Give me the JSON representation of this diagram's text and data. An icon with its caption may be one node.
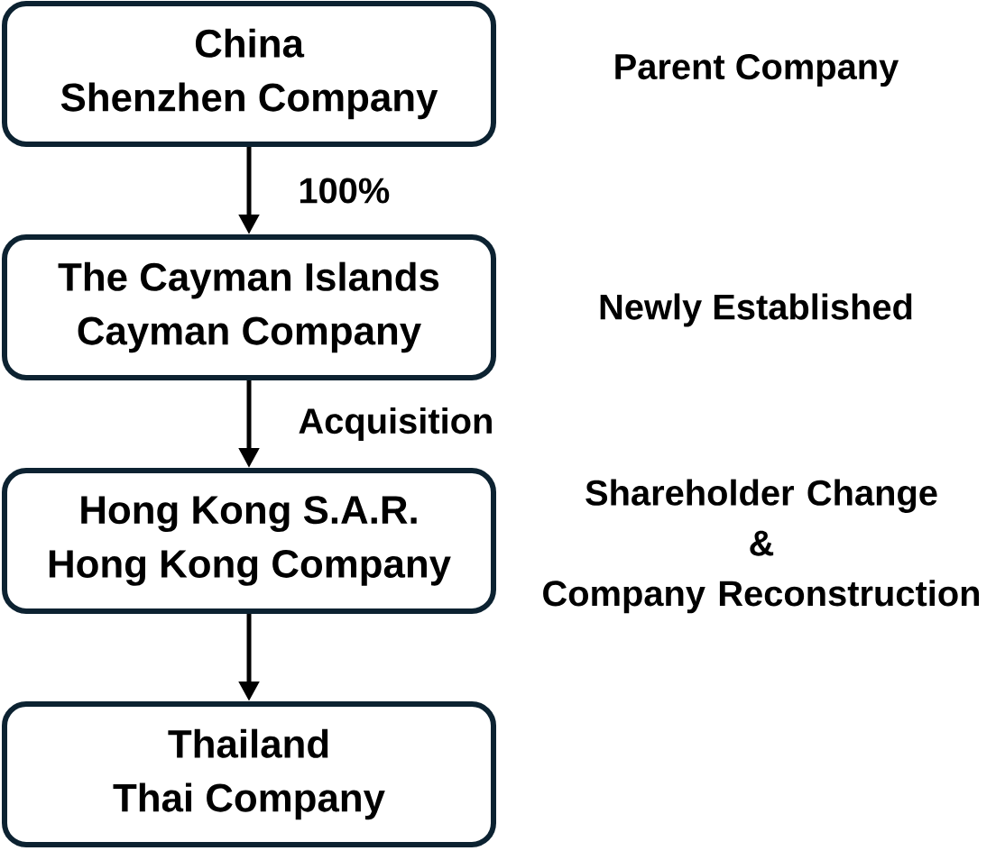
{
  "diagram": {
    "nodes": [
      {
        "text": [
          "China",
          "Shenzhen Company"
        ],
        "beside": [
          "Parent Company"
        ]
      },
      {
        "text": [
          "The Cayman Islands",
          "Cayman Company"
        ],
        "beside": [
          "Newly Established"
        ]
      },
      {
        "text": [
          "Hong Kong S.A.R.",
          "Hong Kong Company"
        ],
        "beside": [
          "Shareholder Change & Company Reconstruction"
        ]
      },
      {
        "text": [
          "Thailand",
          "Thai Company"
        ]
      }
    ],
    "edges": [
      {
        "from": 0,
        "to": 1,
        "arrow": "to",
        "label": "100%"
      },
      {
        "from": 1,
        "to": 2,
        "arrow": "to",
        "label": "Acquisition"
      },
      {
        "from": 2,
        "to": 3,
        "arrow": "to"
      }
    ]
  }
}
